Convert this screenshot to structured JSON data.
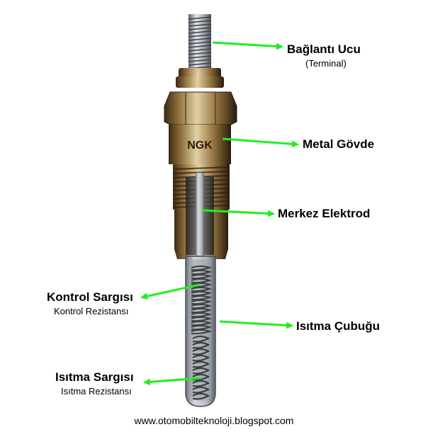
{
  "colors": {
    "arrow": "#22ee22",
    "metal_dark": "#2a1e10",
    "metal_mid": "#7a5a30",
    "metal_light": "#d9c59a",
    "chrome": "#c8ccd0"
  },
  "body_marking": "NGK",
  "labels": {
    "terminal": {
      "title": "Bağlantı Ucu",
      "subtitle": "(Terminal)"
    },
    "body": {
      "title": "Metal Gövde"
    },
    "electrode": {
      "title": "Merkez Elektrod"
    },
    "control_coil": {
      "title": "Kontrol Sargısı",
      "subtitle": "Kontrol Rezistansı"
    },
    "heating_rod": {
      "title": "Isıtma Çubuğu"
    },
    "heating_coil": {
      "title": "Isıtma Sargısı",
      "subtitle": "Isıtma Rezistansı"
    }
  },
  "footer": "www.otomobilteknoloji.blogspot.com"
}
